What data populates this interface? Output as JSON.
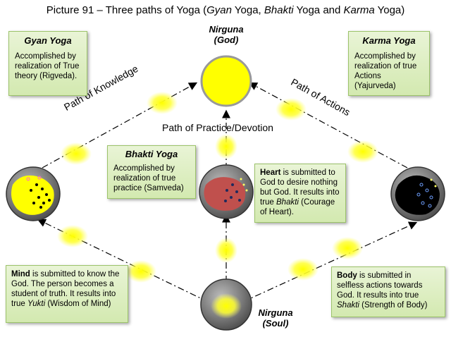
{
  "title": {
    "prefix": "Picture 91 – Three paths of Yoga (",
    "gyan": "Gyan",
    "t1": " Yoga, ",
    "bhakti": "Bhakti",
    "t2": " Yoga and ",
    "karma": "Karma",
    "t3": " Yoga)"
  },
  "top_node": {
    "line1": "Nirguna",
    "line2": "(God)"
  },
  "bottom_node": {
    "line1": "Nirguna",
    "line2": "(Soul)"
  },
  "paths": {
    "knowledge": "Path of Knowledge",
    "actions": "Path of Actions",
    "devotion": "Path of Practice/Devotion"
  },
  "boxes": {
    "gyan": {
      "title": "Gyan Yoga",
      "body": "Accomplished by realization of True theory (Rigveda)."
    },
    "karma": {
      "title": "Karma Yoga",
      "body": "Accomplished by realization of true Actions (Yajurveda)"
    },
    "bhakti": {
      "title": "Bhakti Yoga",
      "body": "Accomplished by realization of true practice (Samveda)"
    },
    "heart": {
      "bold": "Heart",
      "body1": " is submitted to God to desire nothing but God. It results into true ",
      "italic": "Bhakti",
      "body2": " (Courage of Heart)."
    },
    "mind": {
      "bold": "Mind",
      "body1": " is submitted to know the God. The person becomes a student of truth. It results into true ",
      "italic": "Yukti",
      "body2": " (Wisdom of Mind)"
    },
    "body": {
      "bold": "Body",
      "body1": " is submitted in selfless actions towards God. It results into true ",
      "italic": "Shakti",
      "body2": " (Strength of Body)"
    }
  },
  "colors": {
    "sun": "#ffff00",
    "sphere": "#7d7d7d",
    "heart_red": "#c0504d",
    "karma_black": "#000000",
    "box_fill": "#e2f0cc"
  }
}
